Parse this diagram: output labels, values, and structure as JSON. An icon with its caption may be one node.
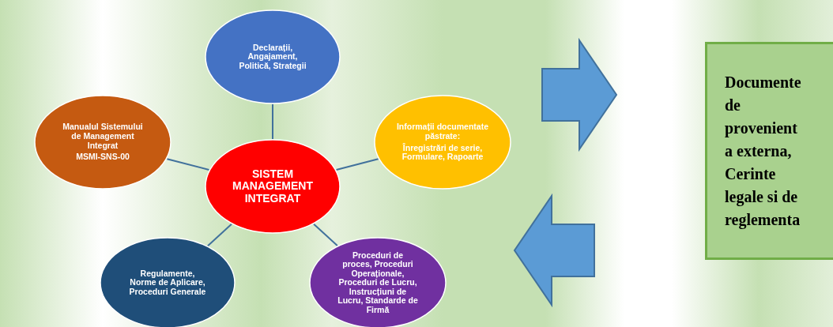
{
  "diagram": {
    "nodes": [
      {
        "text": [
          "Declarații, Angajament, Politică, Strategii"
        ]
      },
      {
        "text": [
          "Manualul Sistemului de Management Integrat",
          "MSMI-SNS-00"
        ]
      },
      {
        "text": [
          "SISTEM MANAGEMENT INTEGRAT"
        ]
      },
      {
        "text": [
          "Informații documentate păstrate:",
          "Înregistrări de serie, Formulare, Rapoarte"
        ]
      },
      {
        "text": [
          "Regulamente, Norme de Aplicare, Proceduri Generale"
        ]
      },
      {
        "text": [
          "Proceduri de proces, Proceduri Operaționale, Proceduri de Lucru, Instrucțiuni de Lucru, Standarde de Firmă"
        ]
      },
      {
        "text": [
          "Documente de provenient a externa, Cerinte legale si de reglementa"
        ]
      }
    ],
    "edges": [
      {
        "from": 2,
        "to": 0,
        "arrow": "none"
      },
      {
        "from": 2,
        "to": 1,
        "arrow": "none"
      },
      {
        "from": 2,
        "to": 3,
        "arrow": "none"
      },
      {
        "from": 2,
        "to": 4,
        "arrow": "none"
      },
      {
        "from": 2,
        "to": 5,
        "arrow": "none"
      }
    ]
  }
}
